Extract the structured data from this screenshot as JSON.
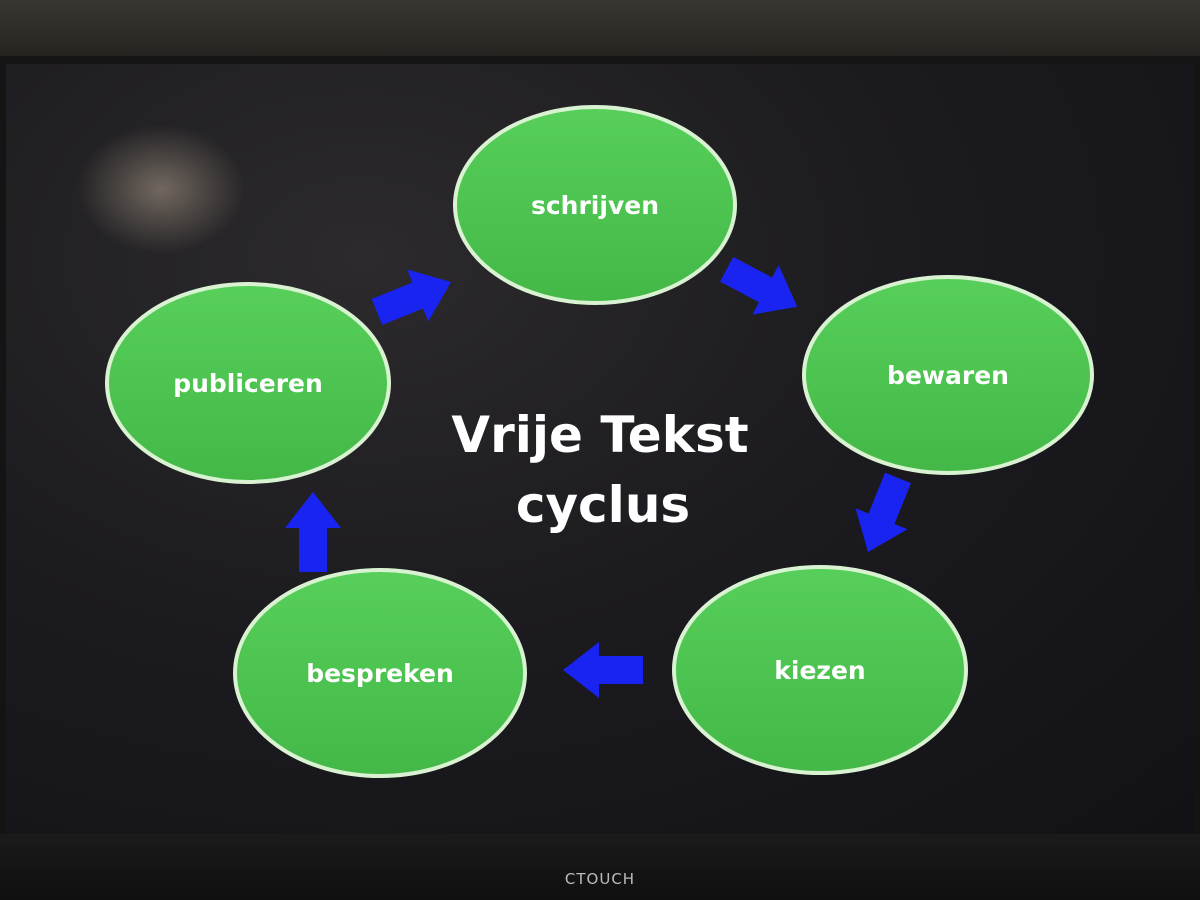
{
  "title": {
    "line1": "Vrije Tekst",
    "line2": "cyclus"
  },
  "nodes": [
    {
      "id": "schrijven",
      "label": "schrijven"
    },
    {
      "id": "bewaren",
      "label": "bewaren"
    },
    {
      "id": "kiezen",
      "label": "kiezen"
    },
    {
      "id": "bespreken",
      "label": "bespreken"
    },
    {
      "id": "publiceren",
      "label": "publiceren"
    }
  ],
  "monitor": {
    "brand": "CTOUCH"
  },
  "colors": {
    "node_fill": "#4cc44f",
    "node_stroke": "#d8f2d2",
    "arrow_fill": "#1a24f0",
    "text": "#ffffff",
    "screen_bg": "#1a1a1e"
  }
}
